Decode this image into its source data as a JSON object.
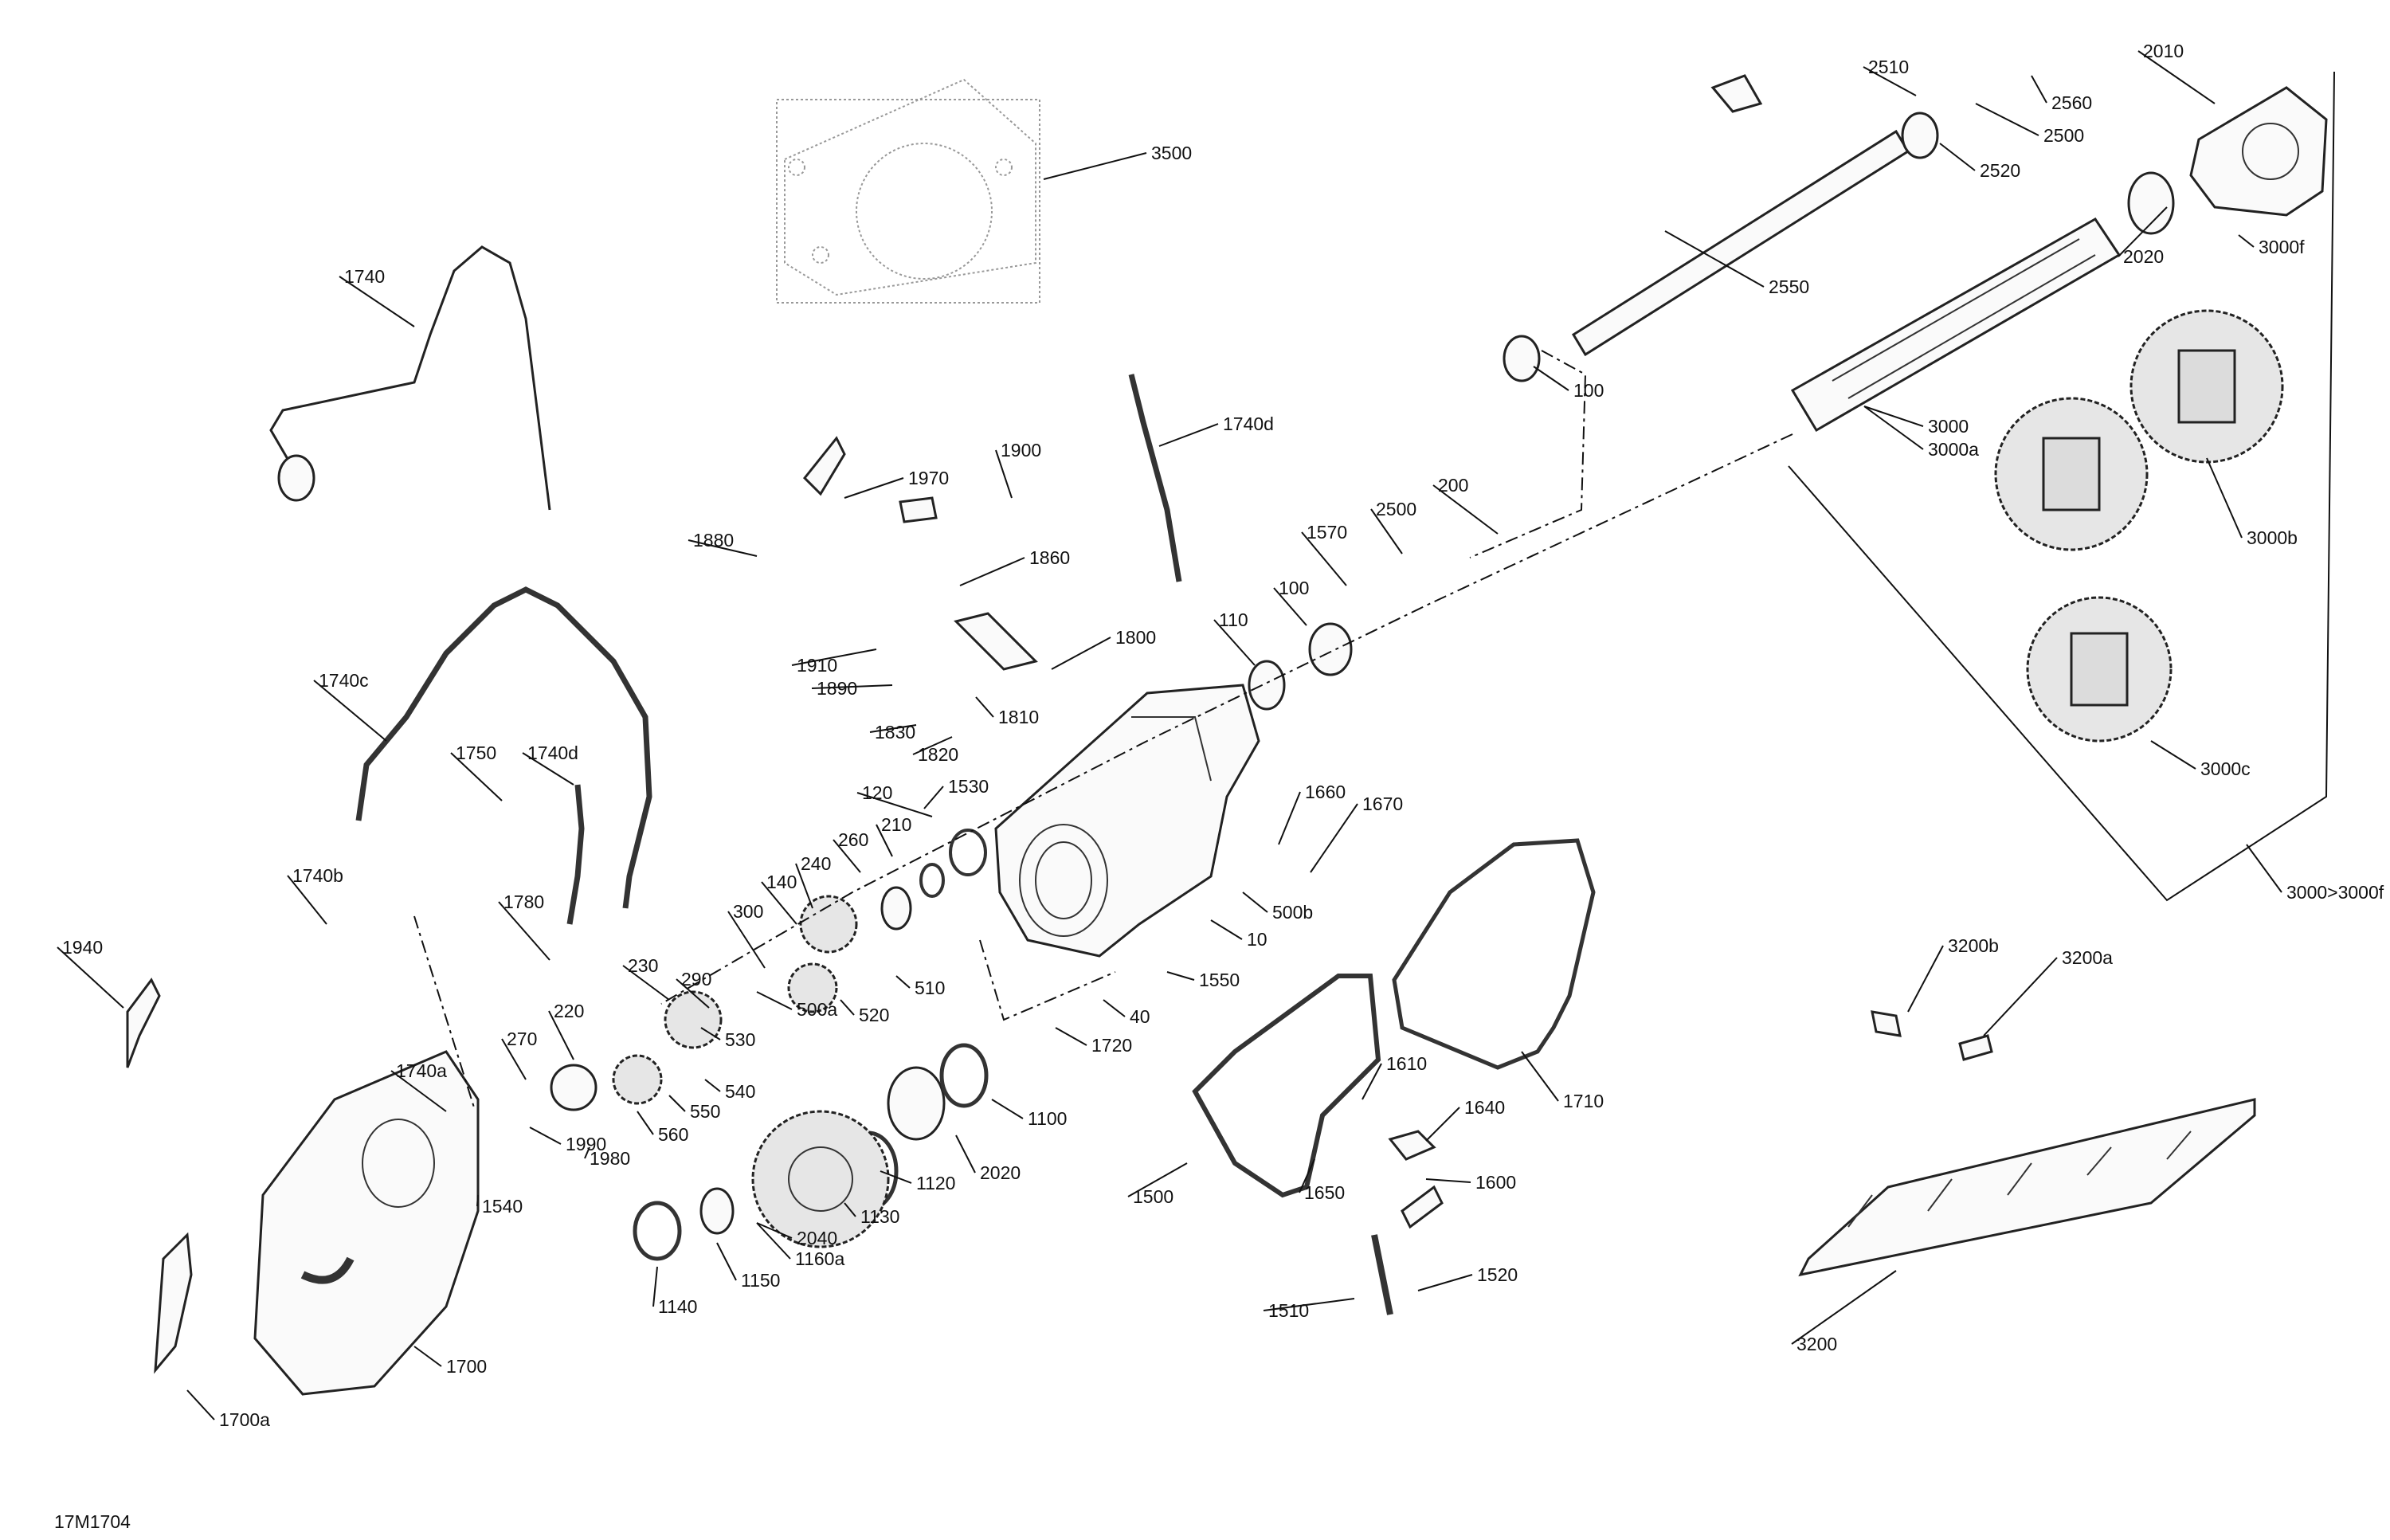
{
  "diagram": {
    "code": "17M1704",
    "labels": [
      "3500",
      "1740",
      "2510",
      "2560",
      "2010",
      "2500",
      "2520",
      "2020",
      "3000f",
      "2550",
      "100",
      "1740d",
      "3000",
      "3000a",
      "3000b",
      "1970",
      "1900",
      "1880",
      "1860",
      "1570",
      "2500",
      "200",
      "100",
      "110",
      "1800",
      "1910",
      "1890",
      "1810",
      "1830",
      "1820",
      "1740c",
      "1750",
      "1740d",
      "1530",
      "120",
      "210",
      "260",
      "1660",
      "1670",
      "240",
      "140",
      "500b",
      "1740b",
      "10",
      "1780",
      "300",
      "290",
      "510",
      "520",
      "1550",
      "230",
      "500a",
      "40",
      "1720",
      "1940",
      "220",
      "270",
      "530",
      "540",
      "550",
      "560",
      "1740a",
      "1990",
      "1980",
      "2020",
      "1100",
      "1120",
      "1130",
      "2040",
      "1160a",
      "1150",
      "1140",
      "1540",
      "1700",
      "1700a",
      "1500",
      "1610",
      "1640",
      "1710",
      "1600",
      "1650",
      "1520",
      "1510",
      "3000c",
      "3000>3000f",
      "3200b",
      "3200a",
      "3200"
    ]
  }
}
